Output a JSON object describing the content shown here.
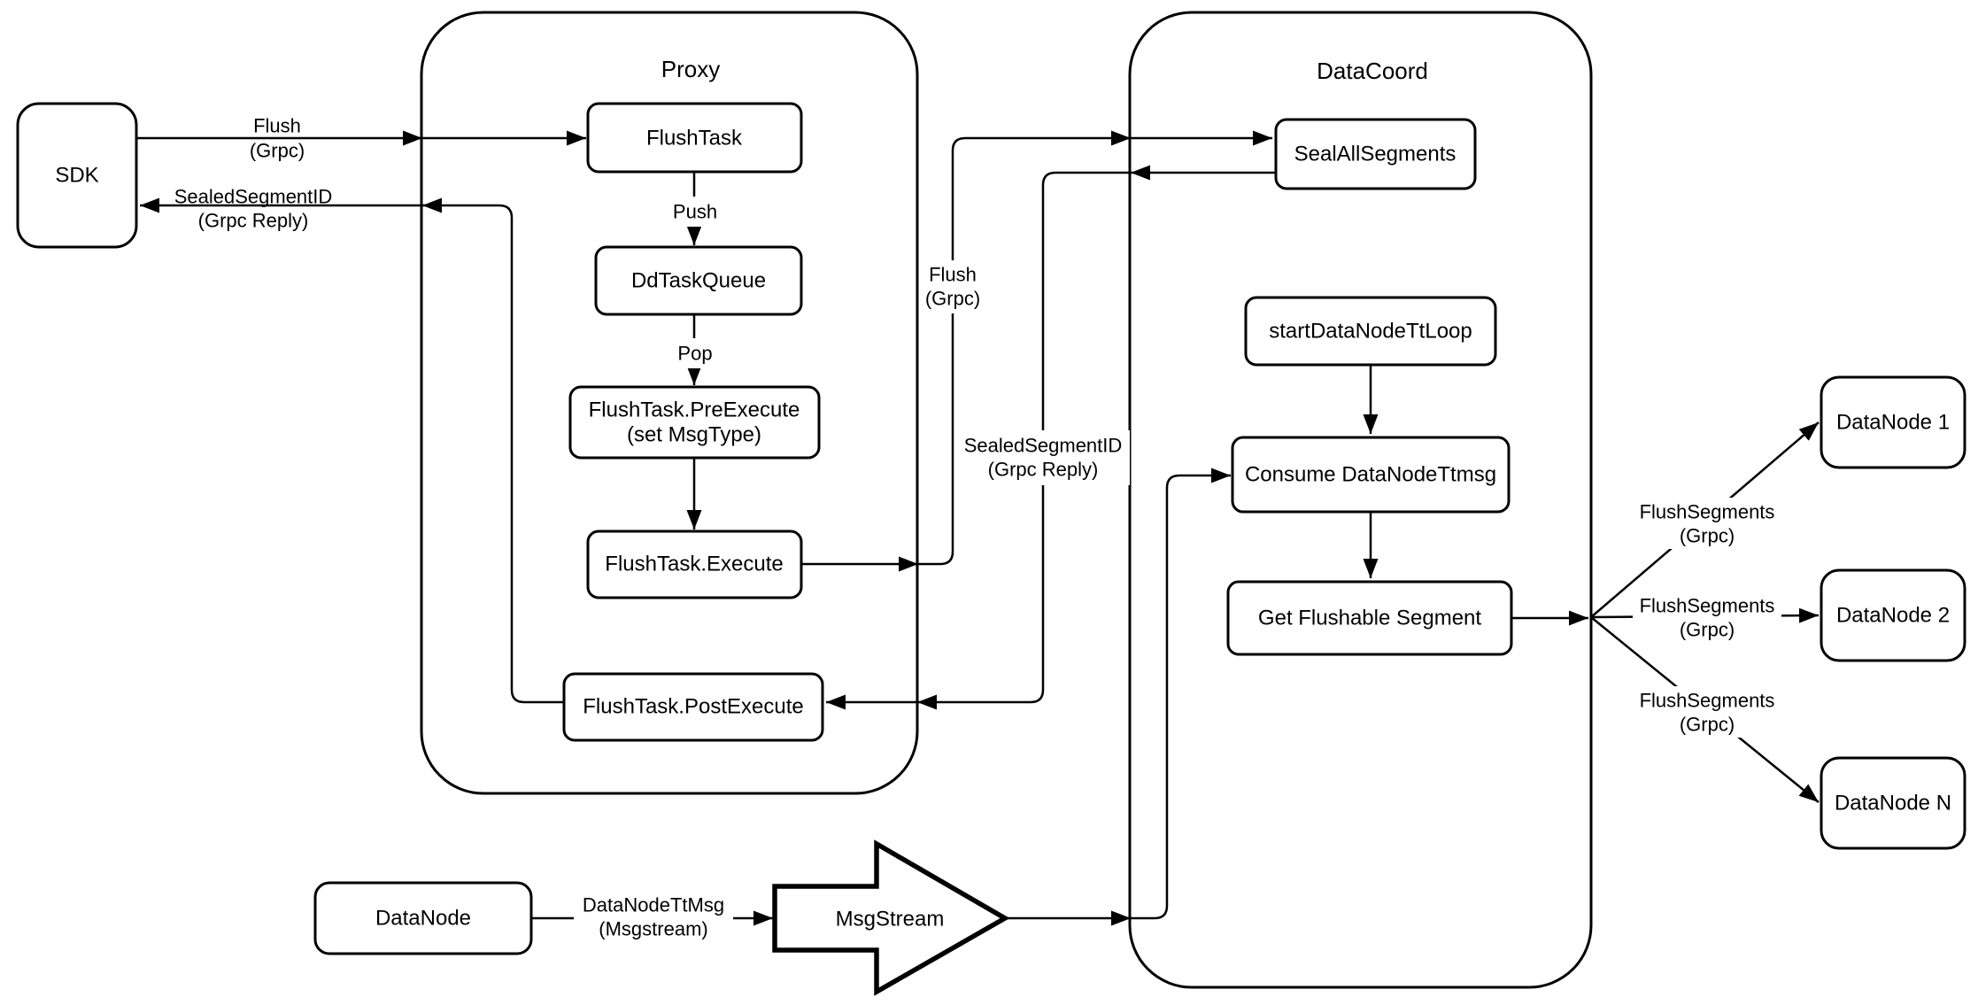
{
  "diagram": {
    "containers": {
      "proxy": {
        "title": "Proxy"
      },
      "datacoord": {
        "title": "DataCoord"
      }
    },
    "nodes": {
      "sdk": {
        "label": "SDK"
      },
      "flush_task": {
        "label": "FlushTask"
      },
      "dd_task_queue": {
        "label": "DdTaskQueue"
      },
      "pre_execute": {
        "line1": "FlushTask.PreExecute",
        "line2": "(set MsgType)"
      },
      "execute": {
        "label": "FlushTask.Execute"
      },
      "post_execute": {
        "label": "FlushTask.PostExecute"
      },
      "seal_all_segments": {
        "label": "SealAllSegments"
      },
      "start_datanode_tt_loop": {
        "label": "startDataNodeTtLoop"
      },
      "consume_datanode_ttmsg": {
        "label": "Consume DataNodeTtmsg"
      },
      "get_flushable_segment": {
        "label": "Get Flushable Segment"
      },
      "datanode_1": {
        "label": "DataNode 1"
      },
      "datanode_2": {
        "label": "DataNode 2"
      },
      "datanode_n": {
        "label": "DataNode N"
      },
      "datanode": {
        "label": "DataNode"
      },
      "msgstream": {
        "label": "MsgStream"
      }
    },
    "edge_labels": {
      "flush_grpc_sdk": {
        "line1": "Flush",
        "line2": "(Grpc)"
      },
      "sealed_segment_id_sdk": {
        "line1": "SealedSegmentID",
        "line2": "(Grpc Reply)"
      },
      "push": {
        "label": "Push"
      },
      "pop": {
        "label": "Pop"
      },
      "flush_grpc_mid": {
        "line1": "Flush",
        "line2": "(Grpc)"
      },
      "sealed_segment_id_mid": {
        "line1": "SealedSegmentID",
        "line2": "(Grpc Reply)"
      },
      "flush_segments_1": {
        "line1": "FlushSegments",
        "line2": "(Grpc)"
      },
      "flush_segments_2": {
        "line1": "FlushSegments",
        "line2": "(Grpc)"
      },
      "flush_segments_3": {
        "line1": "FlushSegments",
        "line2": "(Grpc)"
      },
      "datanode_ttmsg": {
        "line1": "DataNodeTtMsg",
        "line2": "(Msgstream)"
      }
    },
    "colors": {
      "stroke": "#000000",
      "fill": "#ffffff",
      "background": "#ffffff",
      "text": "#000000"
    }
  }
}
